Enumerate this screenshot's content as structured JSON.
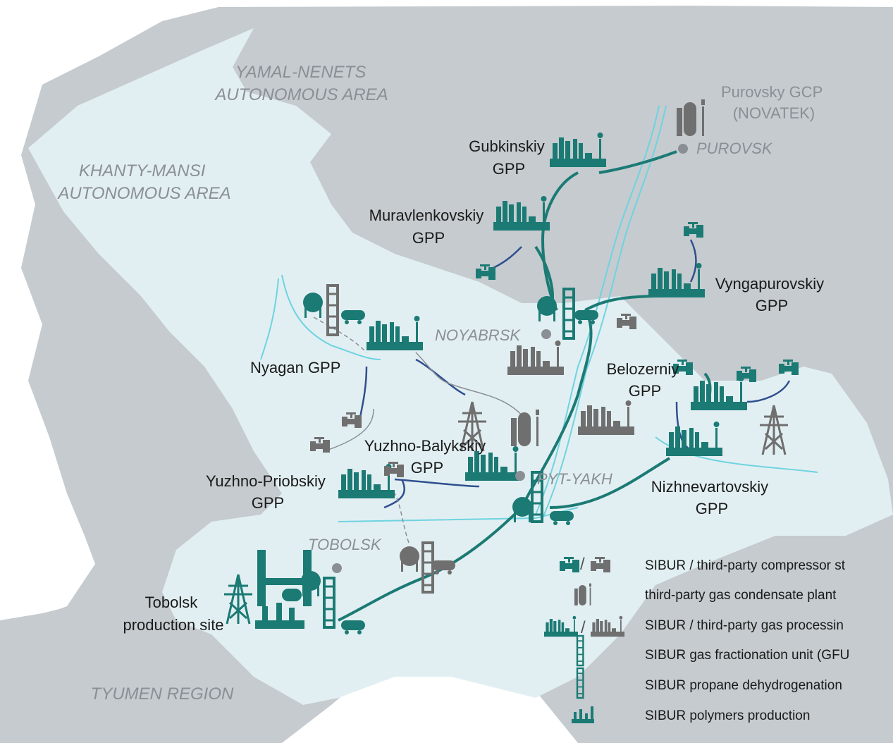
{
  "colors": {
    "teal": "#1b7a74",
    "grey": "#6f6f6f",
    "land_outer": "#c5cbcf",
    "land_inner": "#e2eff2",
    "river": "#6fd3e0",
    "pipe_blue": "#2f4f8f"
  },
  "regions": {
    "yamal": [
      "YAMAL-NENETS",
      "AUTONOMOUS AREA"
    ],
    "khanty": [
      "KHANTY-MANSI",
      "AUTONOMOUS AREA"
    ],
    "tyumen": [
      "TYUMEN REGION"
    ]
  },
  "cities": {
    "purovsk": "PUROVSK",
    "noyabrsk": "NOYABRSK",
    "pyt_yakh": "PYT-YAKH",
    "tobolsk": "TOBOLSK"
  },
  "plants": {
    "purovsky": [
      "Purovsky GCP",
      "(NOVATEK)"
    ],
    "gubkinskiy": [
      "Gubkinskiy",
      "GPP"
    ],
    "muravlenkovskiy": [
      "Muravlenkovskiy",
      "GPP"
    ],
    "vyngapurovskiy": [
      "Vyngapurovskiy",
      "GPP"
    ],
    "nyagan": [
      "Nyagan GPP"
    ],
    "belozerniy": [
      "Belozerniy",
      "GPP"
    ],
    "yuzhno_balykskiy": [
      "Yuzhno-Balykskiy",
      "GPP"
    ],
    "yuzhno_priobskiy": [
      "Yuzhno-Priobskiy",
      "GPP"
    ],
    "nizhnevartovskiy": [
      "Nizhnevartovskiy",
      "GPP"
    ],
    "tobolsk": [
      "Tobolsk",
      "production site"
    ]
  },
  "legend": {
    "compressor": "SIBUR / third-party compressor st",
    "condensate": "third-party gas condensate plant",
    "gpp": "SIBUR / third-party gas processin",
    "gfu": "SIBUR gas fractionation unit (GFU",
    "pdh": "SIBUR propane dehydrogenation",
    "polymers": "SIBUR polymers production",
    "sep": "/"
  },
  "icons": [
    "compressor-icon",
    "condensate-plant-icon",
    "gas-processing-plant-icon",
    "fractionation-tower-icon",
    "dehydrogenation-tower-icon",
    "polymers-plant-icon",
    "power-pylon-icon",
    "storage-sphere-icon",
    "tank-car-icon"
  ]
}
